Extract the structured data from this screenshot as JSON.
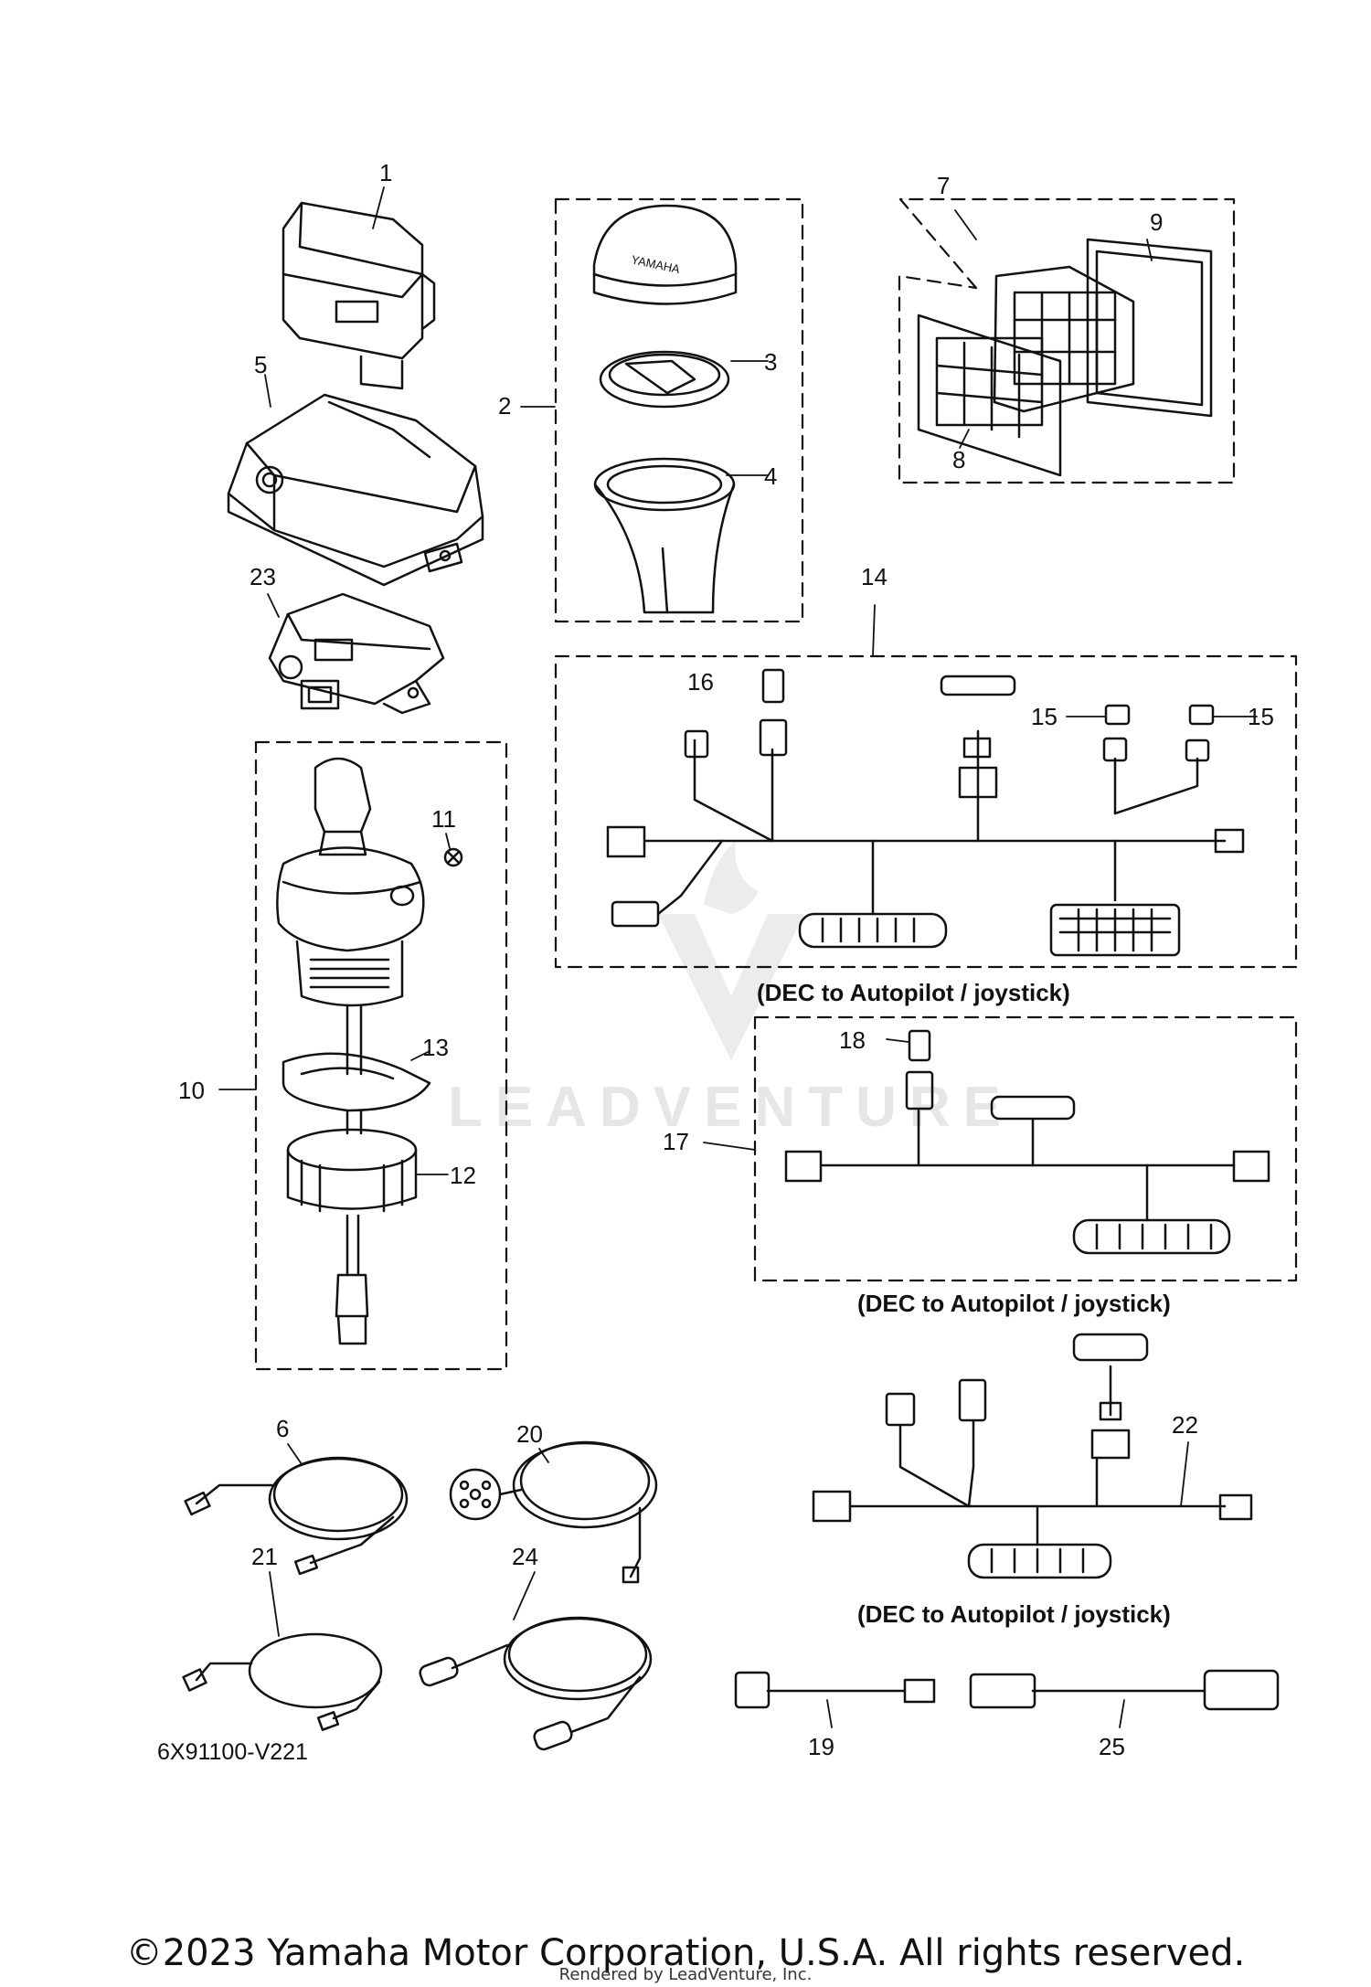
{
  "callouts": [
    "1",
    "2",
    "3",
    "4",
    "5",
    "7",
    "8",
    "9",
    "23",
    "14",
    "16",
    "15",
    "15",
    "11",
    "10",
    "13",
    "12",
    "18",
    "17",
    "6",
    "20",
    "22",
    "21",
    "24",
    "19",
    "25"
  ],
  "captions": [
    "(DEC to Autopilot / joystick)",
    "(DEC to Autopilot / joystick)",
    "(DEC to Autopilot / joystick)"
  ],
  "diagram_code": "6X91100-V221",
  "watermark": "LEADVENTURE",
  "copyright": "©2023 Yamaha Motor Corporation, U.S.A. All rights reserved.",
  "rendered_by": "Rendered by LeadVenture, Inc."
}
